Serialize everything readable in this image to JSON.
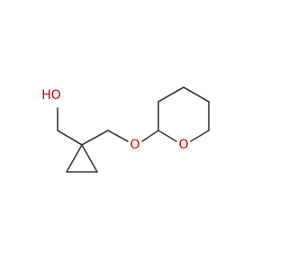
{
  "molecule": {
    "atom_labels": {
      "hydroxyl": "HO",
      "ether_oxygen": "O",
      "ring_oxygen": "O"
    },
    "colors": {
      "bond": "#3a3a3a",
      "oxygen": "#d40000"
    }
  }
}
